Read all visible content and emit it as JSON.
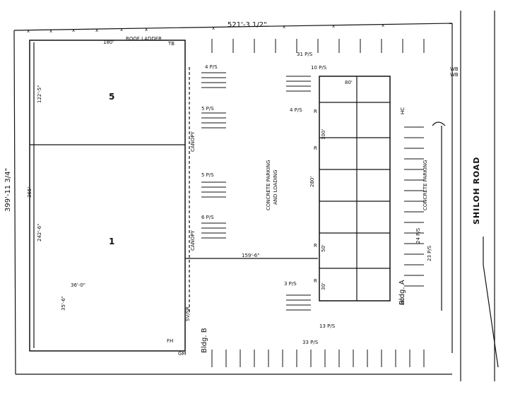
{
  "dimensions": {
    "top_frontage": "521'-3 1/2\"",
    "left_depth": "399'-11 3/4\"",
    "width_180": "180'",
    "depth_122": "122'-5\"",
    "depth_242": "242'-6\"",
    "depth_365": "365'",
    "width_159": "159'-6\"",
    "width_36": "36'-0\"",
    "depth_35": "35'-6\"",
    "width_80": "80'",
    "width_100": "100'",
    "width_280": "280'",
    "width_50": "50'",
    "width_30": "30'"
  },
  "labels": {
    "roof_ladder": "ROOF LADDER",
    "tb": "TB",
    "canopy": "CANOPY",
    "concrete_parking_loading_1": "CONCRETE PARKING",
    "concrete_parking_loading_2": "AND LOADING",
    "concrete_parking": "CONCRETE PARKING",
    "road": "SHILOH ROAD",
    "bldg_a": "Bldg. A",
    "bldg_b": "Bldg. B",
    "wb": "WB",
    "hc": "HC",
    "fh": "FH",
    "gm": "GM",
    "sv_sr": "SV/SR",
    "r": "R"
  },
  "units": {
    "unit_5": "5",
    "unit_1": "1"
  },
  "parking": {
    "p31": "31 P/S",
    "p10": "10 P/S",
    "p4a": "4 P/S",
    "p5a": "5 P/S",
    "p4b": "4 P/S",
    "p5b": "5 P/S",
    "p6": "6 P/S",
    "p24": "24 P/S",
    "p23": "23 P/S",
    "p3": "3 P/S",
    "p13": "13 P/S",
    "p33": "33 P/S"
  }
}
